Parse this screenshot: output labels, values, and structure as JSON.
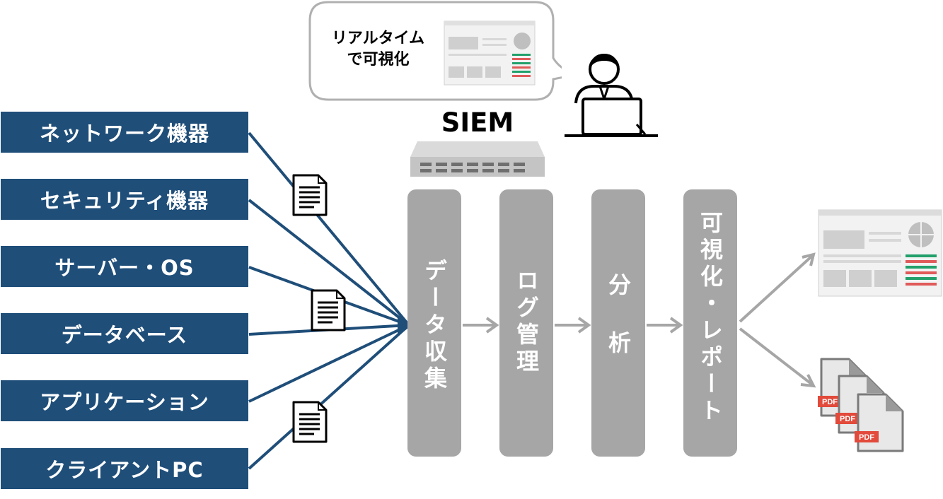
{
  "bubble": {
    "line1": "リアルタイム",
    "line2": "で可視化"
  },
  "siem": {
    "title": "SIEM"
  },
  "sources": [
    {
      "label": "ネットワーク機器"
    },
    {
      "label": "セキュリティ機器"
    },
    {
      "label": "サーバー・OS"
    },
    {
      "label": "データベース"
    },
    {
      "label": "アプリケーション"
    },
    {
      "label": "クライアントPC"
    }
  ],
  "stages": [
    {
      "label": "データ収集"
    },
    {
      "label": "ログ管理"
    },
    {
      "label": "分析"
    },
    {
      "label": "可視化・レポート"
    }
  ],
  "pdf_badge": "PDF",
  "colors": {
    "source_box": "#1f4e79",
    "stage_column": "#a6a6a6",
    "arrow_gray": "#a6a6a6",
    "dashboard_accent_green": "#22a06b",
    "dashboard_accent_red": "#e05a5a",
    "pdf_red": "#e24a3b"
  }
}
